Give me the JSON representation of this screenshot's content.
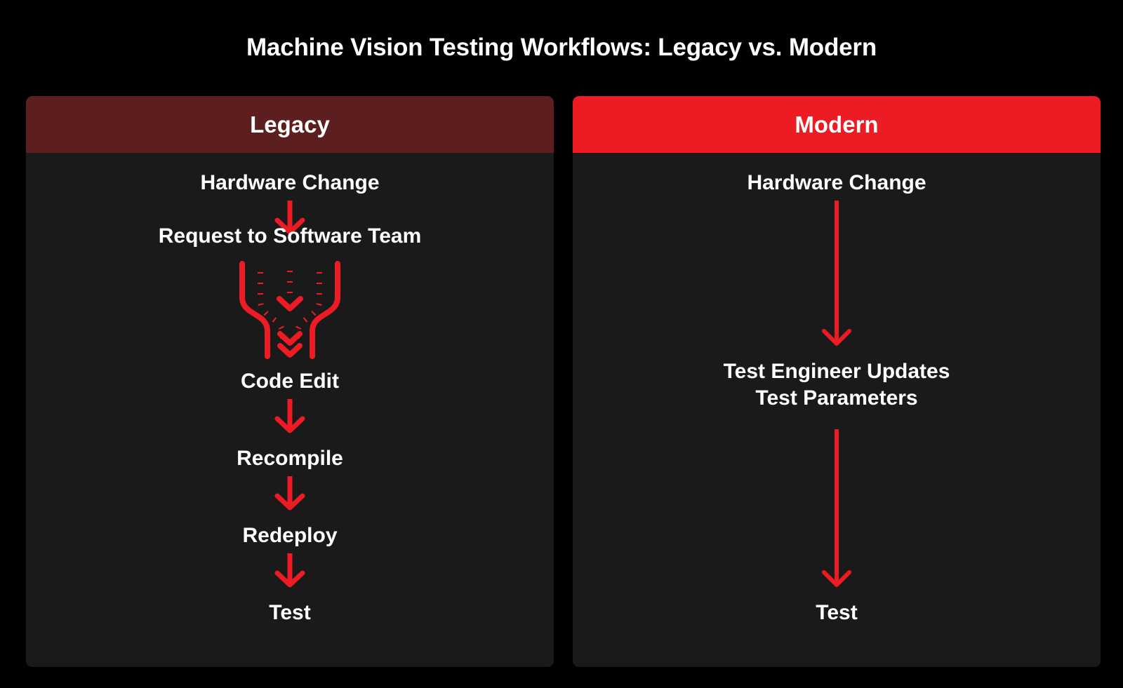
{
  "title": "Machine Vision Testing Workflows: Legacy vs. Modern",
  "colors": {
    "background": "#000000",
    "panel_background": "#1a1a1a",
    "legacy_header": "#5c1e1e",
    "modern_header": "#ed1c24",
    "arrow": "#ed1c24",
    "text": "#ffffff"
  },
  "columns": [
    {
      "id": "legacy",
      "header": "Legacy",
      "steps": [
        {
          "label": "Hardware Change"
        },
        {
          "label": "Request to Software Team"
        },
        {
          "label": "Code Edit"
        },
        {
          "label": "Recompile"
        },
        {
          "label": "Redeploy"
        },
        {
          "label": "Test"
        }
      ],
      "connectors": [
        {
          "type": "arrow",
          "from": "Hardware Change",
          "to": "Request to Software Team"
        },
        {
          "type": "delay-merge",
          "from": "Request to Software Team",
          "to": "Code Edit"
        },
        {
          "type": "arrow",
          "from": "Code Edit",
          "to": "Recompile"
        },
        {
          "type": "arrow",
          "from": "Recompile",
          "to": "Redeploy"
        },
        {
          "type": "arrow",
          "from": "Redeploy",
          "to": "Test"
        }
      ]
    },
    {
      "id": "modern",
      "header": "Modern",
      "steps": [
        {
          "label": "Hardware Change"
        },
        {
          "label": "Test Engineer Updates\nTest Parameters"
        },
        {
          "label": "Test"
        }
      ],
      "connectors": [
        {
          "type": "arrow",
          "from": "Hardware Change",
          "to": "Test Engineer Updates Test Parameters"
        },
        {
          "type": "arrow",
          "from": "Test Engineer Updates Test Parameters",
          "to": "Test"
        }
      ]
    }
  ]
}
